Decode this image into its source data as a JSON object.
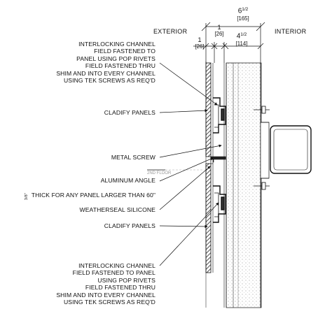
{
  "headers": {
    "exterior": "EXTERIOR",
    "interior": "INTERIOR"
  },
  "dimensions": {
    "overall_whole": "6",
    "overall_frac": "1/2",
    "overall_mm": "[165]",
    "mid_whole": "1",
    "mid_mm": "[26]",
    "left_whole": "1",
    "left_mm": "[26]",
    "right_whole": "4",
    "right_frac": "1/2",
    "right_mm": "[114]"
  },
  "floor_label": "2ND FLOOR",
  "callouts": {
    "channel_top": "INTERLOCKING CHANNEL\nFIELD FASTENED TO\nPANEL USING POP RIVETS\nFIELD FASTENED THRU\nSHIM AND INTO EVERY CHANNEL\nUSING TEK SCREWS AS REQ'D",
    "panels_top": "CLADIFY PANELS",
    "metal_screw": "METAL SCREW",
    "aluminum_angle": "ALUMINUM ANGLE",
    "angle_fraction": "3/8\"",
    "angle_note": "THICK FOR ANY PANEL LARGER THAN 60\"",
    "silicone": "WEATHERSEAL SILICONE",
    "panels_bottom": "CLADIFY PANELS",
    "channel_bottom": "INTERLOCKING CHANNEL\nFIELD FASTENED TO PANEL\nUSING POP RIVETS\nFIELD FASTENED THRU\nSHIM AND INTO EVERY CHANNEL\nUSING TEK SCREWS AS REQ'D"
  }
}
